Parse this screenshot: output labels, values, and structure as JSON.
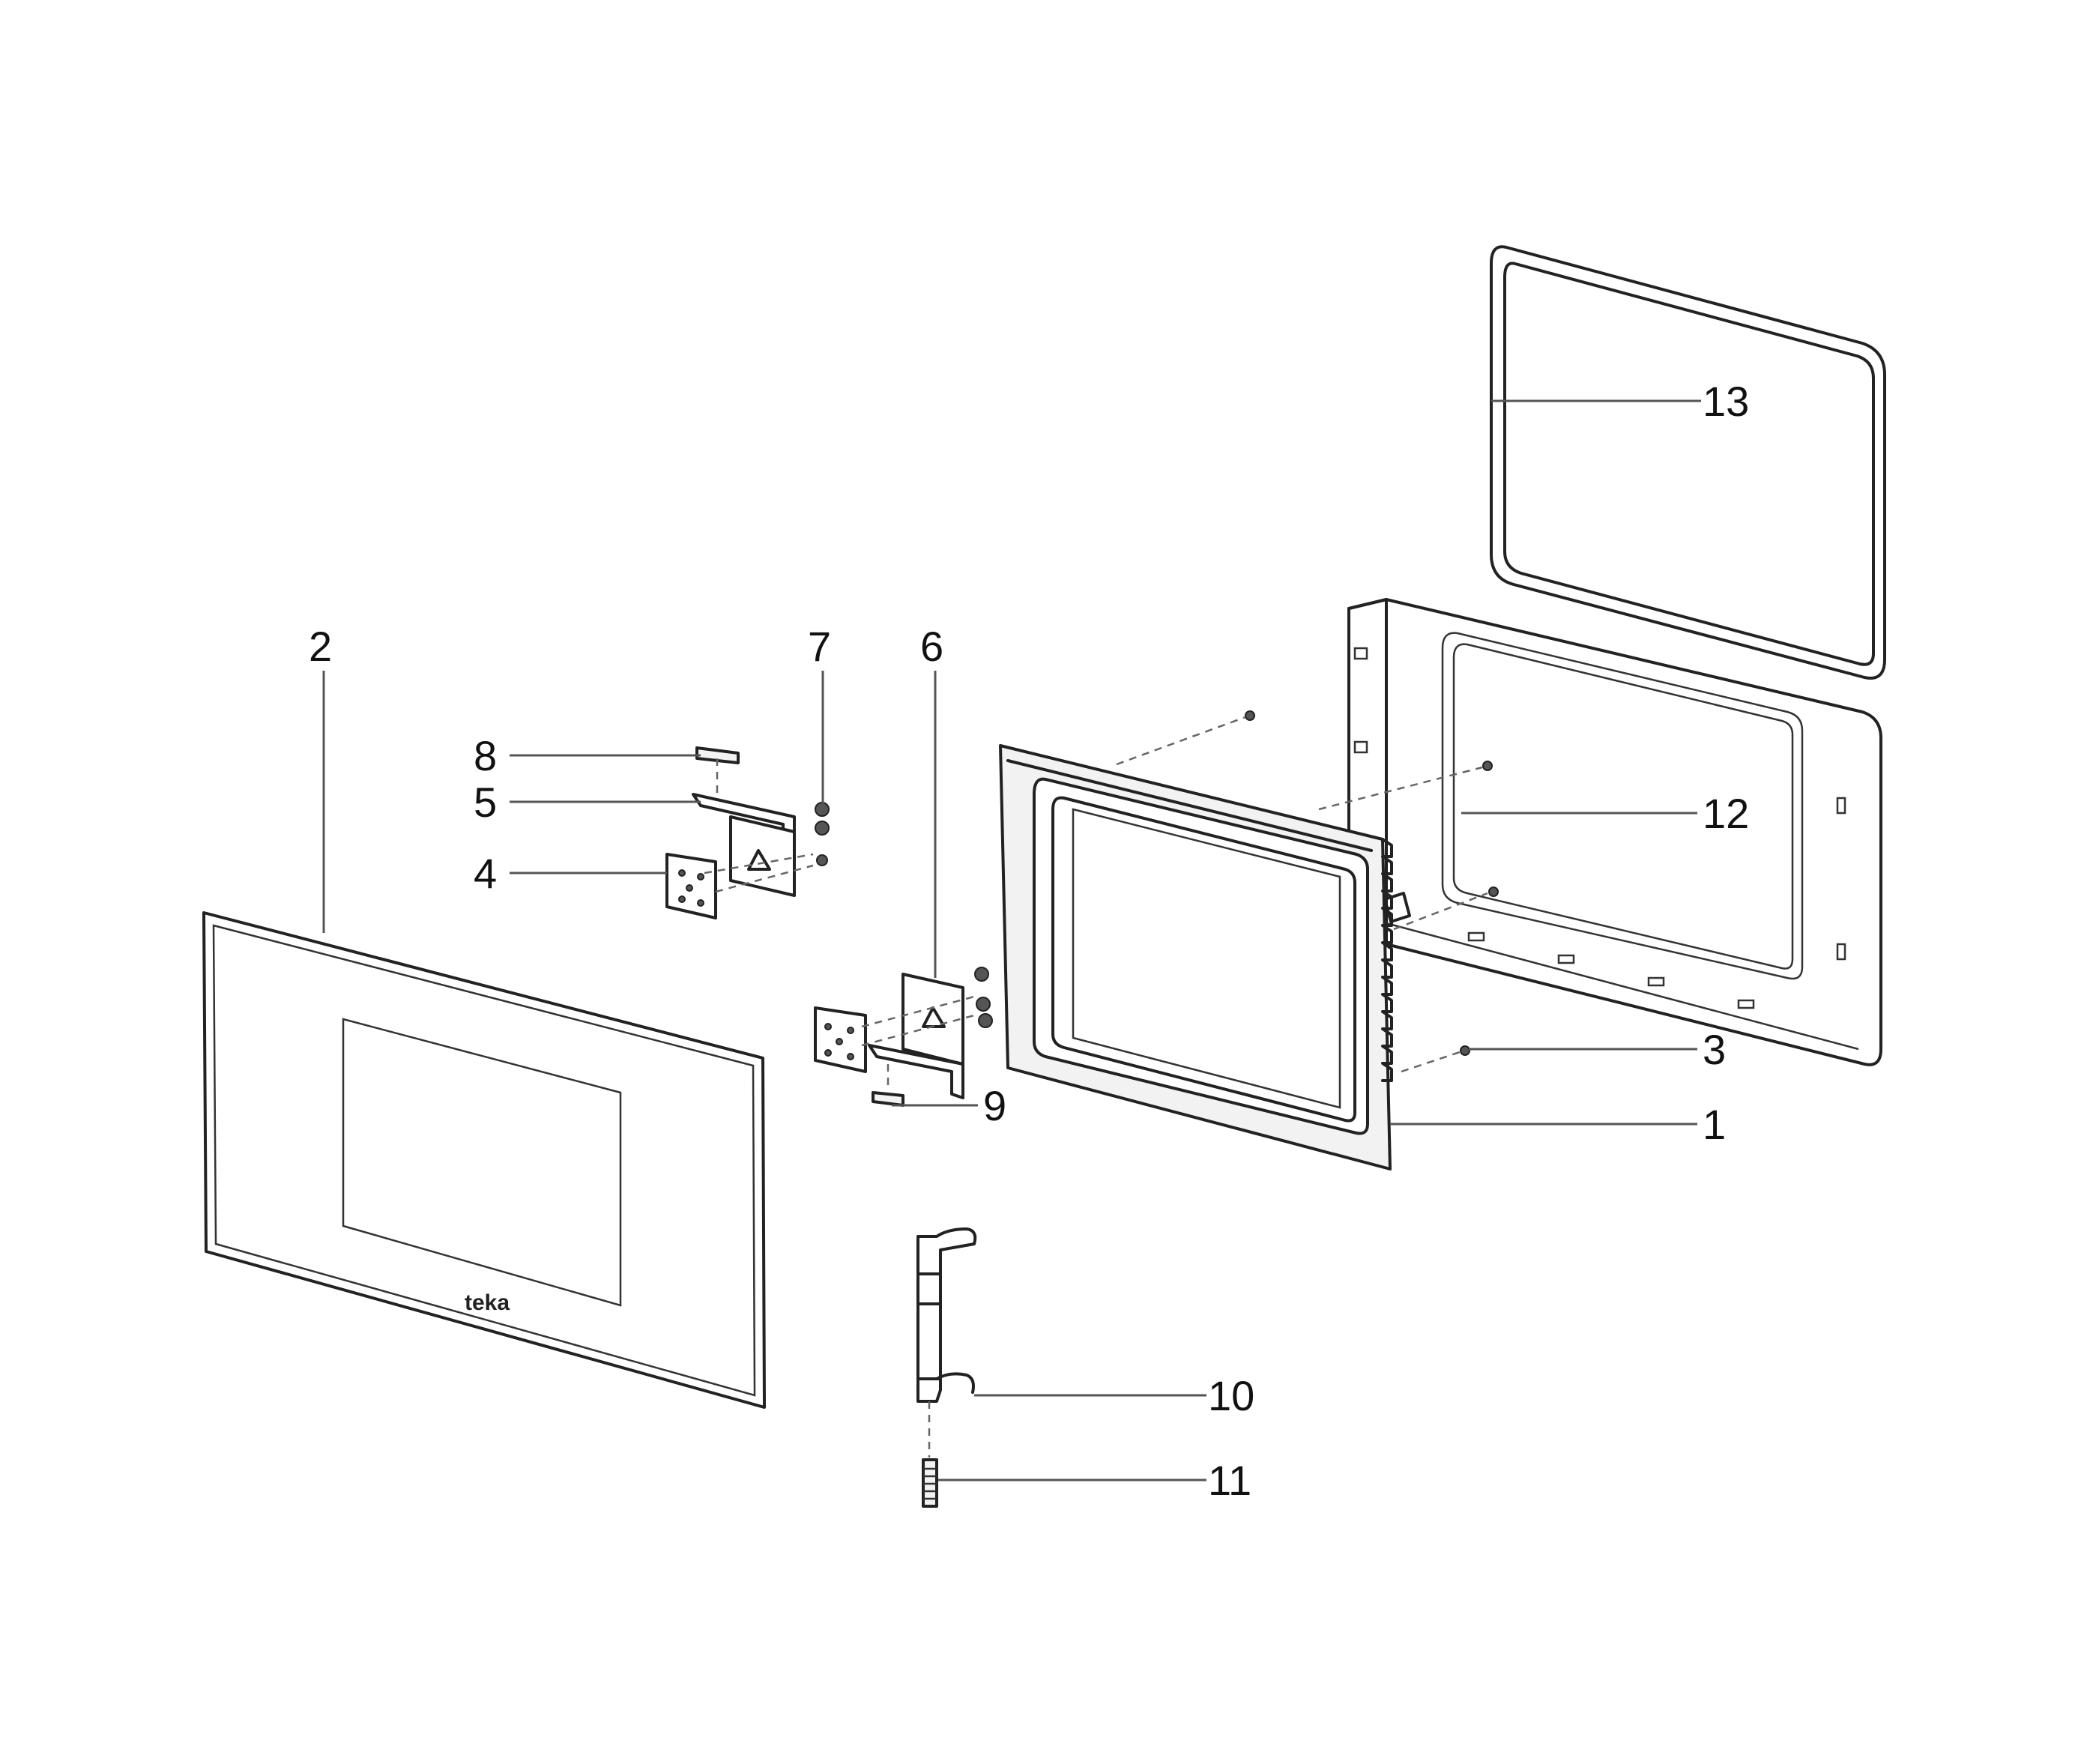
{
  "diagram": {
    "brand_logo_text": "teka",
    "callouts": [
      {
        "id": "1",
        "label": "1",
        "part": "inner-door-frame"
      },
      {
        "id": "2",
        "label": "2",
        "part": "outer-door-glass"
      },
      {
        "id": "3",
        "label": "3",
        "part": "screw"
      },
      {
        "id": "4",
        "label": "4",
        "part": "upper-hinge-plate"
      },
      {
        "id": "5",
        "label": "5",
        "part": "upper-hinge-bracket"
      },
      {
        "id": "6",
        "label": "6",
        "part": "lower-hinge-bracket"
      },
      {
        "id": "7",
        "label": "7",
        "part": "hinge-screws"
      },
      {
        "id": "8",
        "label": "8",
        "part": "upper-hinge-pin"
      },
      {
        "id": "9",
        "label": "9",
        "part": "lower-hinge-pin"
      },
      {
        "id": "10",
        "label": "10",
        "part": "door-latch-hook"
      },
      {
        "id": "11",
        "label": "11",
        "part": "latch-spring"
      },
      {
        "id": "12",
        "label": "12",
        "part": "door-choke-cover"
      },
      {
        "id": "13",
        "label": "13",
        "part": "door-gasket"
      }
    ]
  }
}
